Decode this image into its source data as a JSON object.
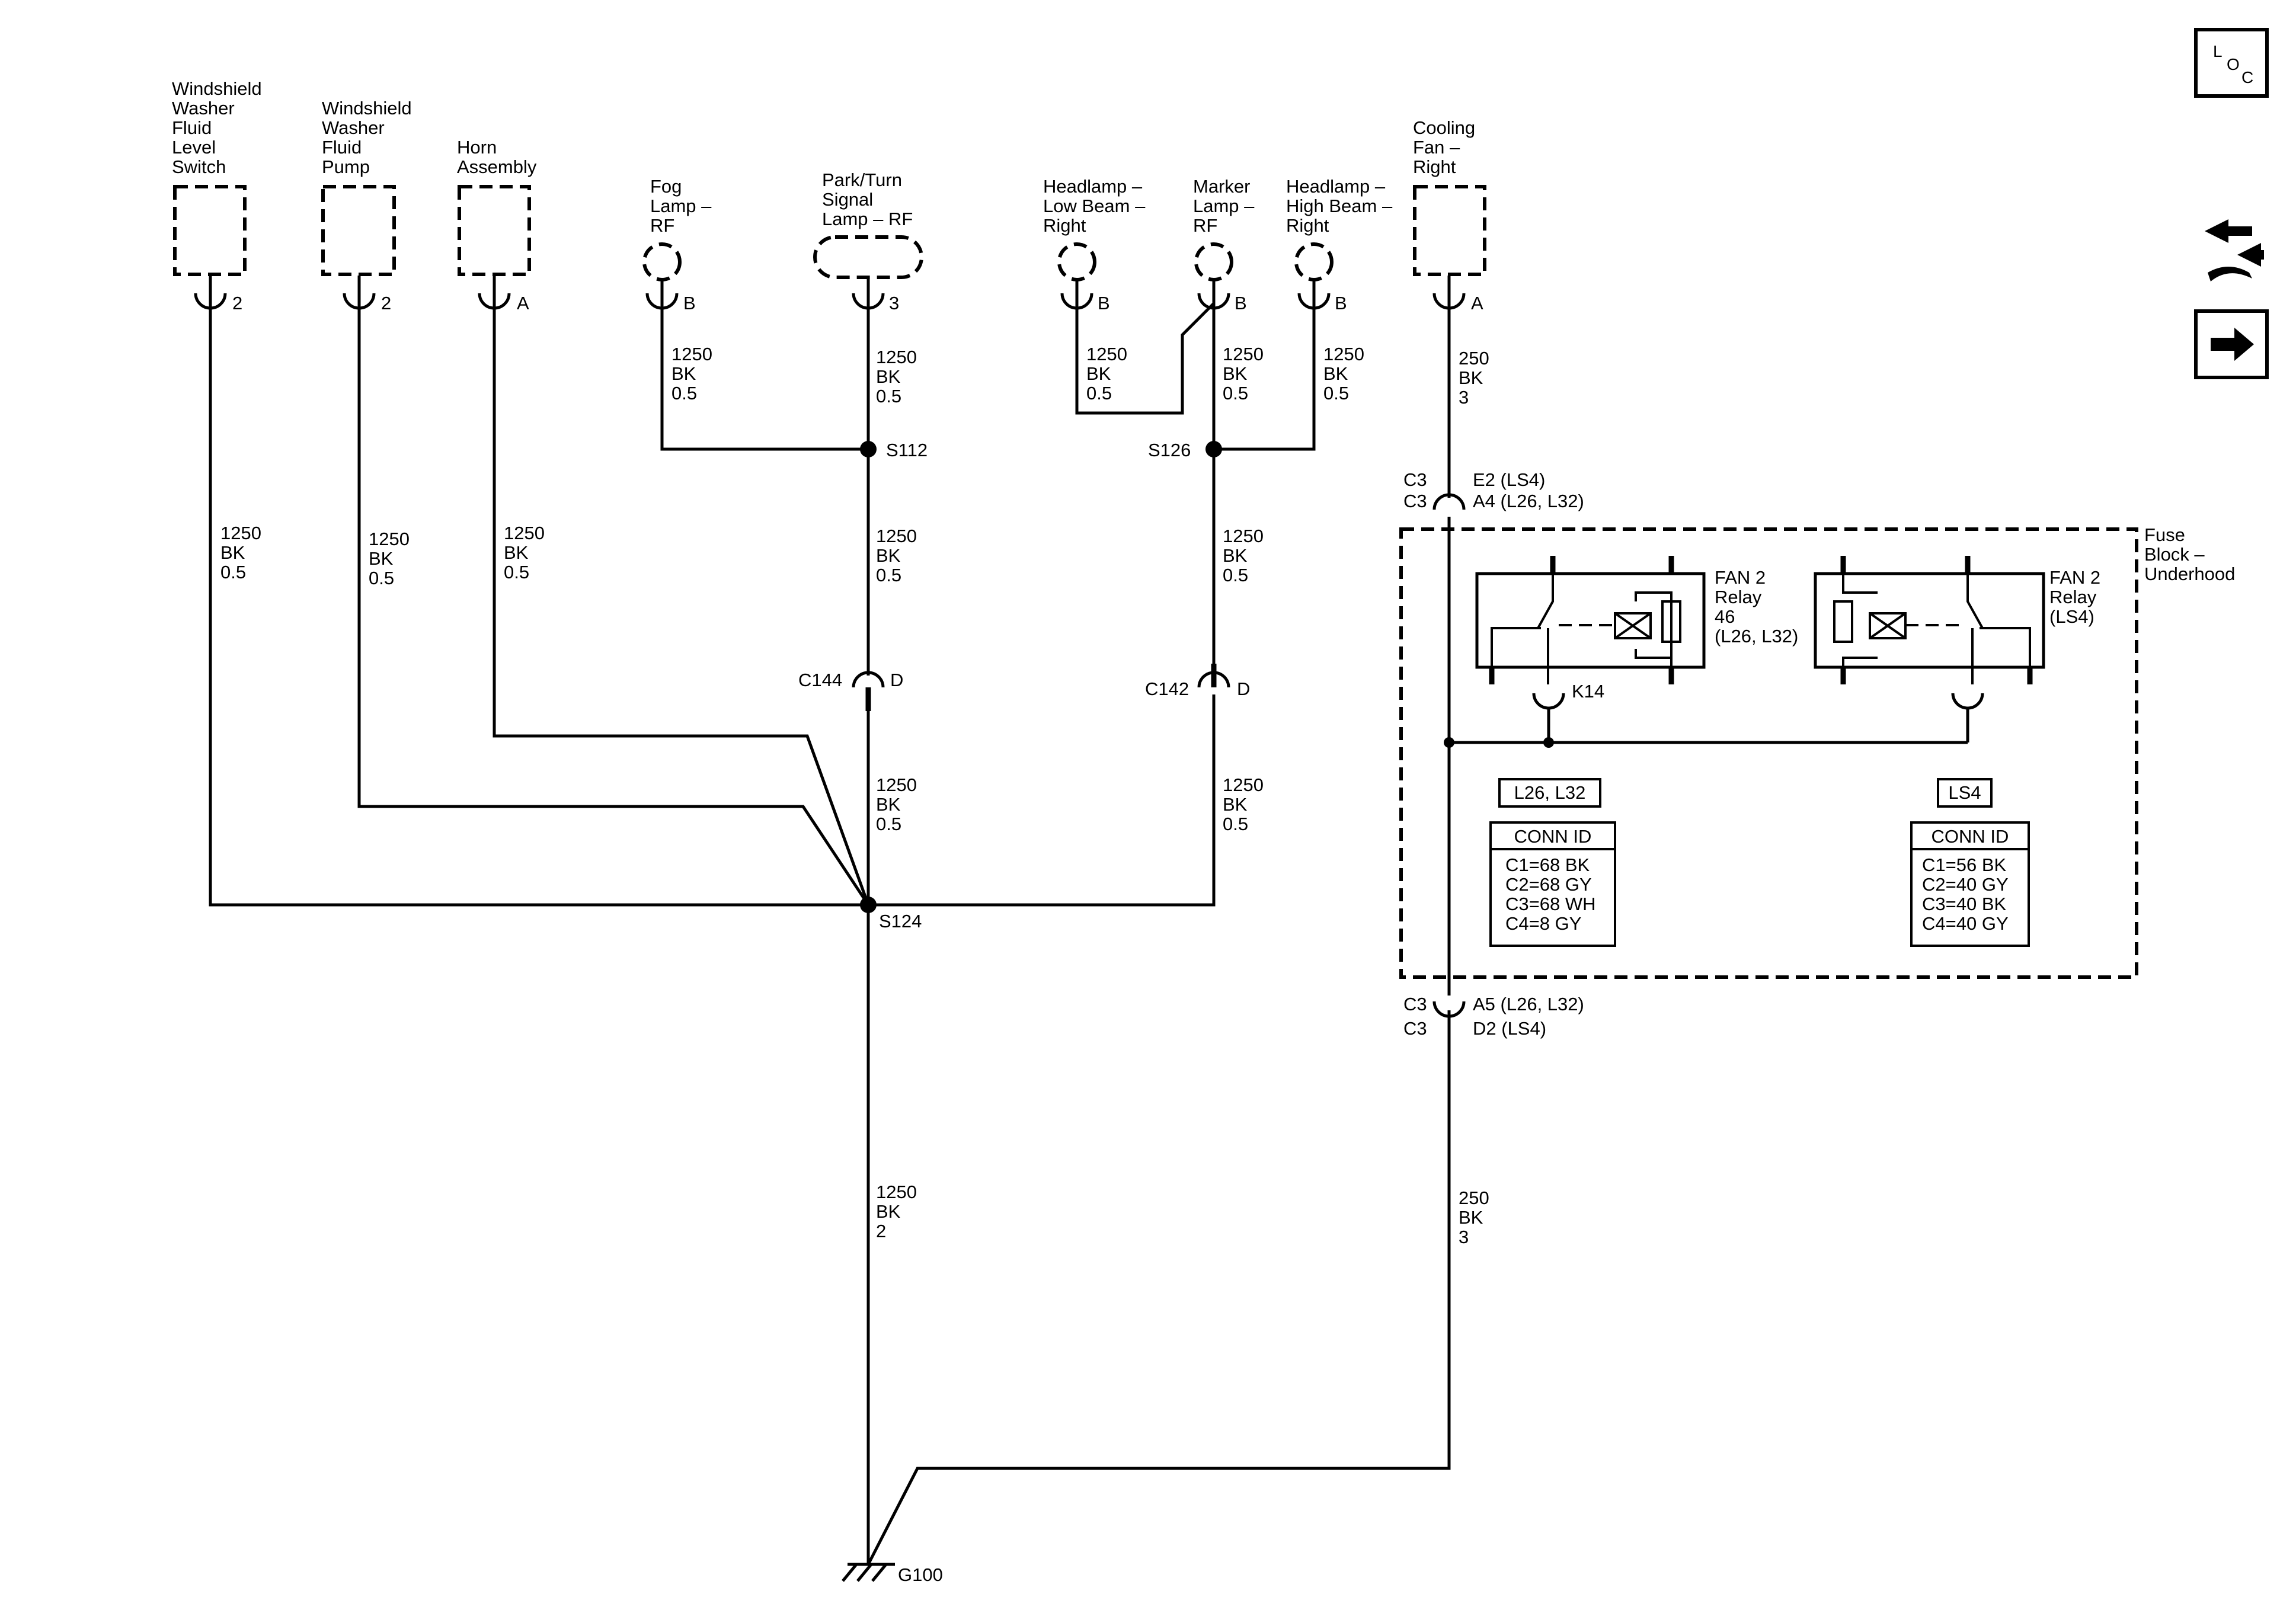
{
  "components": {
    "washer_level_switch": {
      "l1": "Windshield",
      "l2": "Washer",
      "l3": "Fluid",
      "l4": "Level",
      "l5": "Switch",
      "pin": "2"
    },
    "washer_pump": {
      "l1": "Windshield",
      "l2": "Washer",
      "l3": "Fluid",
      "l4": "Pump",
      "pin": "2"
    },
    "horn": {
      "l1": "Horn",
      "l2": "Assembly",
      "pin": "A"
    },
    "fog_lamp": {
      "l1": "Fog",
      "l2": "Lamp –",
      "l3": "RF",
      "pin": "B"
    },
    "park_turn": {
      "l1": "Park/Turn",
      "l2": "Signal",
      "l3": "Lamp – RF",
      "pin": "3"
    },
    "low_beam": {
      "l1": "Headlamp –",
      "l2": "Low Beam –",
      "l3": "Right",
      "pin": "B"
    },
    "marker": {
      "l1": "Marker",
      "l2": "Lamp –",
      "l3": "RF",
      "pin": "B"
    },
    "high_beam": {
      "l1": "Headlamp –",
      "l2": "High Beam –",
      "l3": "Right",
      "pin": "B"
    },
    "cooling_fan": {
      "l1": "Cooling",
      "l2": "Fan –",
      "l3": "Right",
      "pin": "A"
    }
  },
  "wires": {
    "w1": {
      "a": "1250",
      "c": "BK",
      "s": "0.5"
    },
    "w2": {
      "a": "1250",
      "c": "BK",
      "s": "0.5"
    },
    "w3": {
      "a": "1250",
      "c": "BK",
      "s": "0.5"
    },
    "fog": {
      "a": "1250",
      "c": "BK",
      "s": "0.5"
    },
    "park": {
      "a": "1250",
      "c": "BK",
      "s": "0.5"
    },
    "park2": {
      "a": "1250",
      "c": "BK",
      "s": "0.5"
    },
    "park3": {
      "a": "1250",
      "c": "BK",
      "s": "0.5"
    },
    "low": {
      "a": "1250",
      "c": "BK",
      "s": "0.5"
    },
    "marker": {
      "a": "1250",
      "c": "BK",
      "s": "0.5"
    },
    "high": {
      "a": "1250",
      "c": "BK",
      "s": "0.5"
    },
    "marker2": {
      "a": "1250",
      "c": "BK",
      "s": "0.5"
    },
    "marker3": {
      "a": "1250",
      "c": "BK",
      "s": "0.5"
    },
    "ground": {
      "a": "1250",
      "c": "BK",
      "s": "2"
    },
    "fan_top": {
      "a": "250",
      "c": "BK",
      "s": "3"
    },
    "fan_bottom": {
      "a": "250",
      "c": "BK",
      "s": "3"
    }
  },
  "splices": {
    "s112": "S112",
    "s126": "S126",
    "s124": "S124"
  },
  "connectors": {
    "c144": "C144",
    "c144_pin": "D",
    "c142": "C142",
    "c142_pin": "D",
    "c3a": "C3",
    "c3a_pin": "E2 (LS4)",
    "c3b": "C3",
    "c3b_pin": "A4 (L26, L32)",
    "c3c": "C3",
    "c3c_pin": "A5 (L26, L32)",
    "c3d": "C3",
    "c3d_pin": "D2 (LS4)",
    "k14": "K14"
  },
  "ground": "G100",
  "fuse_block": {
    "l1": "Fuse",
    "l2": "Block –",
    "l3": "Underhood"
  },
  "relay_left": {
    "l1": "FAN 2",
    "l2": "Relay",
    "l3": "46",
    "l4": "(L26, L32)"
  },
  "relay_right": {
    "l1": "FAN 2",
    "l2": "Relay",
    "l3": "(LS4)"
  },
  "option_left": "L26, L32",
  "option_right": "LS4",
  "conn_left": {
    "title": "CONN ID",
    "rows": [
      "C1=68 BK",
      "C2=68 GY",
      "C3=68 WH",
      "C4=8 GY"
    ]
  },
  "conn_right": {
    "title": "CONN ID",
    "rows": [
      "C1=56 BK",
      "C2=40 GY",
      "C3=40 BK",
      "C4=40 GY"
    ]
  },
  "nav": {
    "loc_l": "L",
    "loc_o": "O",
    "loc_c": "C"
  }
}
